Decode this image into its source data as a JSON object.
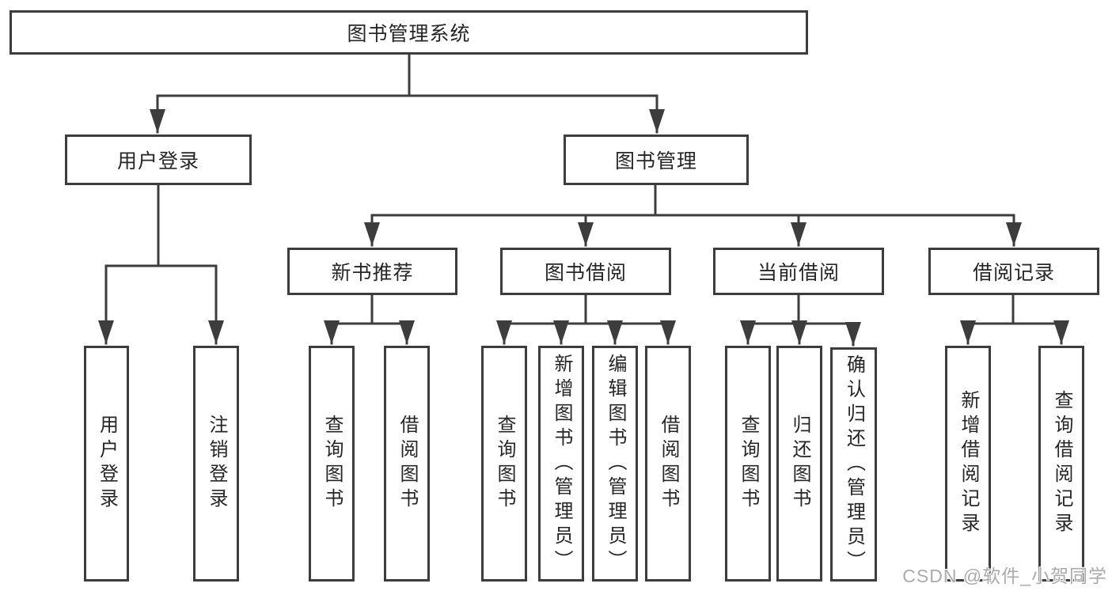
{
  "diagram": {
    "title": "图书管理系统",
    "root": {
      "label": "图书管理系统"
    },
    "branches": [
      {
        "label": "用户登录",
        "children": [
          {
            "label": "用户登录"
          },
          {
            "label": "注销登录"
          }
        ]
      },
      {
        "label": "图书管理",
        "children": [
          {
            "label": "新书推荐",
            "children": [
              {
                "label": "查询图书"
              },
              {
                "label": "借阅图书"
              }
            ]
          },
          {
            "label": "图书借阅",
            "children": [
              {
                "label": "查询图书"
              },
              {
                "label": "新增图书（管理员）"
              },
              {
                "label": "编辑图书（管理员）"
              },
              {
                "label": "借阅图书"
              }
            ]
          },
          {
            "label": "当前借阅",
            "children": [
              {
                "label": "查询图书"
              },
              {
                "label": "归还图书"
              },
              {
                "label": "确认归还（管理员）"
              }
            ]
          },
          {
            "label": "借阅记录",
            "children": [
              {
                "label": "新增借阅记录"
              },
              {
                "label": "查询借阅记录"
              }
            ]
          }
        ]
      }
    ]
  },
  "colors": {
    "line": "#3d3d3d",
    "box_border": "#3d3d3d",
    "text": "#262626",
    "watermark": "#ababab",
    "background": "#ffffff"
  },
  "watermark": {
    "text": "CSDN @软件_小贺同学"
  }
}
